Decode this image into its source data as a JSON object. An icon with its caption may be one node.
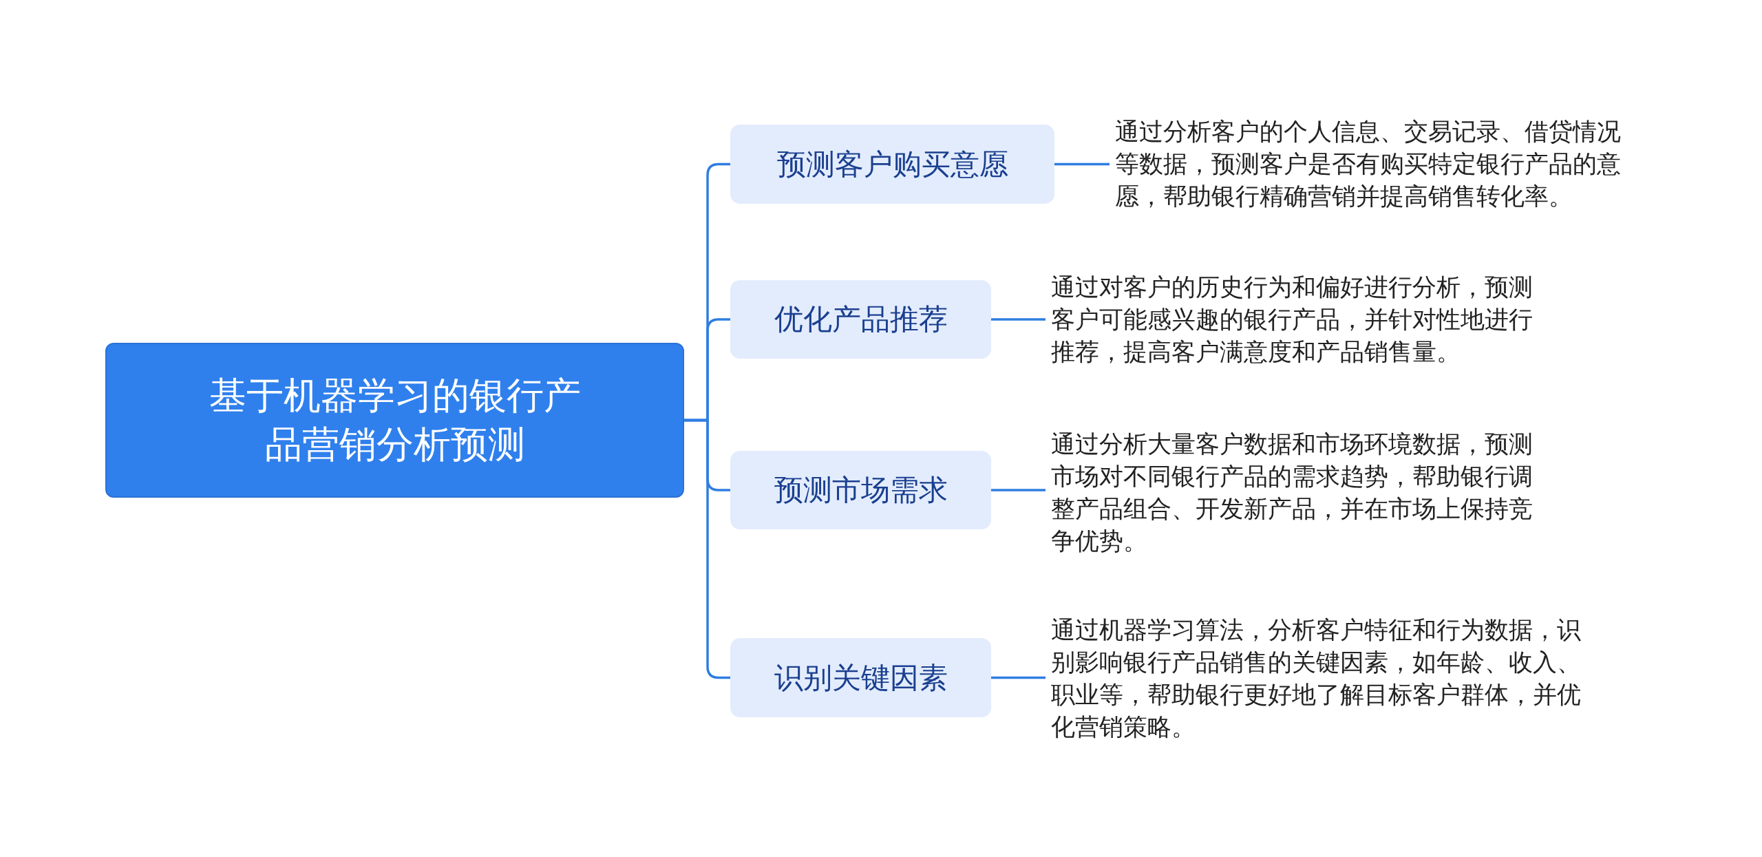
{
  "diagram": {
    "nodes": [
      {
        "text": [
          "基于机器学习的银行产品营销分析预测"
        ]
      },
      {
        "text": [
          "预测客户购买意愿"
        ]
      },
      {
        "text": [
          "通过分析客户的个人信息、交易记录、借贷情况等数据，预测客户是否有购买特定银行产品的意愿，帮助银行精确营销并提高销售转化率。"
        ]
      },
      {
        "text": [
          "优化产品推荐"
        ]
      },
      {
        "text": [
          "通过对客户的历史行为和偏好进行分析，预测客户可能感兴趣的银行产品，并针对性地进行推荐，提高客户满意度和产品销售量。"
        ]
      },
      {
        "text": [
          "预测市场需求"
        ]
      },
      {
        "text": [
          "通过分析大量客户数据和市场环境数据，预测市场对不同银行产品的需求趋势，帮助银行调整产品组合、开发新产品，并在市场上保持竞争优势。"
        ]
      },
      {
        "text": [
          "识别关键因素"
        ]
      },
      {
        "text": [
          "通过机器学习算法，分析客户特征和行为数据，识别影响银行产品销售的关键因素，如年龄、收入、职业等，帮助银行更好地了解目标客户群体，并优化营销策略。"
        ]
      }
    ],
    "edges": [
      {
        "from": 0,
        "to": 1,
        "arrow": "none"
      },
      {
        "from": 0,
        "to": 3,
        "arrow": "none"
      },
      {
        "from": 0,
        "to": 5,
        "arrow": "none"
      },
      {
        "from": 0,
        "to": 7,
        "arrow": "none"
      },
      {
        "from": 1,
        "to": 2,
        "arrow": "none"
      },
      {
        "from": 3,
        "to": 4,
        "arrow": "none"
      },
      {
        "from": 5,
        "to": 6,
        "arrow": "none"
      },
      {
        "from": 7,
        "to": 8,
        "arrow": "none"
      }
    ]
  }
}
